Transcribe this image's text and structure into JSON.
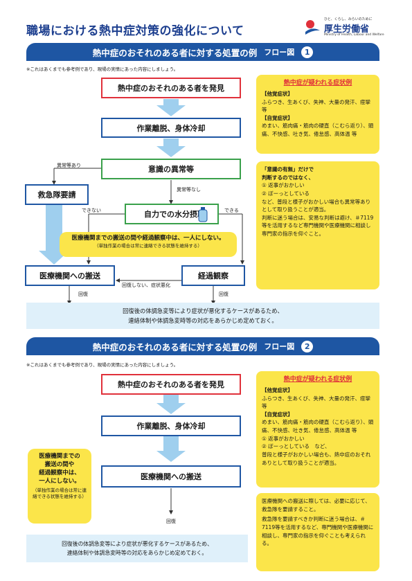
{
  "page": {
    "title": "職場における熱中症対策の強化について",
    "logo": {
      "tagline": "ひと、くらし、みらいのために",
      "name": "厚生労働省",
      "english": "Ministry of Health, Labour and Welfare"
    },
    "colors": {
      "navy": "#1e56a3",
      "red": "#e0303a",
      "green": "#39a04a",
      "yellow": "#fbe54a",
      "lightblue": "#dff0fa"
    }
  },
  "flow1": {
    "header": "熱中症のおそれのある者に対する処置の例",
    "flow_label": "フロー図",
    "flow_number": "1",
    "note": "※これはあくまでも参考例であり、現場の実情にあった内容にしましょう。",
    "box_discover": "熱中症のおそれのある者を発見",
    "box_remove": "作業離脱、身体冷却",
    "box_consciousness": "意識の異常等",
    "box_ambulance": "救急隊要請",
    "box_water": "自力での水分摂取",
    "box_transport": "医療機関への搬送",
    "box_observe": "経過観察",
    "label_abnormal": "異常等あり",
    "label_normal": "異常等なし",
    "label_cannot": "できない",
    "label_can": "できる",
    "label_worse": "回復しない、症状悪化",
    "label_recover_left": "回復",
    "label_recover_right": "回復",
    "callout_main": "医療機関までの搬送の間や経過観察中は、一人にしない。",
    "callout_sub": "（単独作業の場合は常に連絡できる状態を維持する）",
    "symptoms_title": "熱中症が疑われる症状例",
    "symptoms_other_head": "【他覚症状】",
    "symptoms_other": "ふらつき、生あくび、失神、大量の発汗、痙攣 等",
    "symptoms_self_head": "【自覚症状】",
    "symptoms_self": "めまい、筋肉痛・筋肉の硬直（こむら返り）、頭痛、不快感、吐き気、倦怠感、高体温 等",
    "consciousness_note": [
      "「意識の有無」だけで",
      "判断するのではなく、",
      "① 返事がおかしい",
      "② ぼーっとしている",
      "など、普段と様子がおかしい場合も異常等ありとして取り扱うことが適当。",
      "判断に迷う場合は、安易な判断は避け、＃7119等を活用するなど専門機関や医療機関に相談し専門家の指示を仰ぐこと。"
    ],
    "bottom_line1": "回復後の体調急変等により症状が悪化するケースがあるため、",
    "bottom_line2": "連絡体制や体調急変時等の対応をあらかじめ定めておく。"
  },
  "flow2": {
    "header": "熱中症のおそれのある者に対する処置の例",
    "flow_label": "フロー図",
    "flow_number": "2",
    "note": "※これはあくまでも参考例であり、現場の実情にあった内容にしましょう。",
    "box_discover": "熱中症のおそれのある者を発見",
    "box_remove": "作業離脱、身体冷却",
    "box_transport": "医療機関への搬送",
    "label_recover": "回復",
    "callout_lines": [
      "医療機関までの",
      "搬送の間や",
      "経過観察中は、",
      "一人にしない。"
    ],
    "callout_sub": "（単独作業の場合は常に連絡できる状態を維持する）",
    "symptoms_title": "熱中症が疑われる症状例",
    "symptoms_other_head": "【他覚症状】",
    "symptoms_other": "ふらつき、生あくび、失神、大量の発汗、痙攣 等",
    "symptoms_self_head": "【自覚症状】",
    "symptoms_self": "めまい、筋肉痛・筋肉の硬直（こむら返り）、頭痛、不快感、吐き気、倦怠感、高体温 等",
    "symptoms_extra": [
      "① 返事がおかしい",
      "② ぼーっとしている　など、",
      "普段と様子がおかしい場合も、熱中症のおそれありとして取り扱うことが適当。"
    ],
    "transport_note": [
      "医療機関への搬送に際しては、必要に応じて、救急隊を要請すること。",
      "救急隊を要請すべきか判断に迷う場合は、＃7119等を活用するなど、専門機関や医療機関に相談し、専門家の指示を仰ぐことも考えられる。"
    ],
    "bottom_line1": "回復後の体調急変等により症状が悪化するケースがあるため、",
    "bottom_line2": "連絡体制や体調急変時等の対応をあらかじめ定めておく。"
  }
}
